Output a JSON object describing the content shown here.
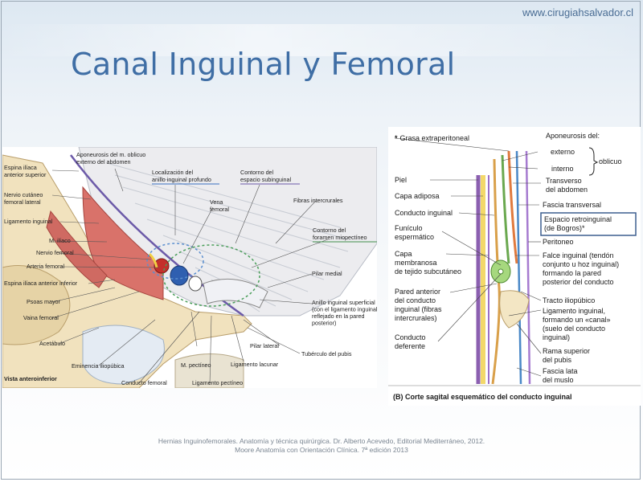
{
  "header": {
    "url": "www.cirugiahsalvador.cl",
    "title": "Canal Inguinal y Femoral"
  },
  "left_figure": {
    "labels": {
      "espina_iliaca_anterior_superior": [
        "Espina ilíaca",
        "anterior superior"
      ],
      "aponeurosis_oblicuo_externo": [
        "Aponeurosis del m. oblicuo",
        "externo del abdomen"
      ],
      "localizacion_anillo": [
        "Localización del",
        "anillo inguinal profundo"
      ],
      "contorno_espacio": [
        "Contorno del",
        "espacio subinguinal"
      ],
      "nervio_cutaneo": [
        "Nervio cutáneo",
        "femoral lateral"
      ],
      "vena_femoral": [
        "Vena",
        "femoral"
      ],
      "fibras_intercrurales": "Fibras intercrurales",
      "ligamento_inguinal": "Ligamento inguinal",
      "contorno_foramen": [
        "Contorno del",
        "foramen miopectíneo"
      ],
      "m_iliaco": "M. ilíaco",
      "nervio_femoral": "Nervio femoral",
      "arteria_femoral": "Arteria femoral",
      "pilar_medial": "Pilar medial",
      "espina_iliaca_anterior_inferior": "Espina ilíaca anterior inferior",
      "psoas_mayor": "Psoas mayor",
      "anillo_superficial": [
        "Anillo inguinal superficial",
        "(con el ligamento inguinal",
        "reflejado en la pared",
        "posterior)"
      ],
      "vaina_femoral": "Vaina femoral",
      "acetabulo": "Acetábulo",
      "pilar_lateral": "Pilar lateral",
      "tuberculo_pubis": "Tubérculo del pubis",
      "eminencia_iliopubica": "Eminencia iliopúbica",
      "m_pectineo": "M. pectíneo",
      "ligamento_lacunar": "Ligamento lacunar",
      "conducto_femoral": "Conducto femoral",
      "ligamento_pectineo": "Ligamento pectíneo",
      "vista": "Vista anteroinferior"
    }
  },
  "right_figure": {
    "labels": {
      "grasa": "Grasa extraperitoneal",
      "grasa_star": "*",
      "aponeurosis_del": "Aponeurosis del:",
      "externo": "externo",
      "interno": "interno",
      "oblicuo": "oblicuo",
      "piel": "Piel",
      "capa_adiposa": "Capa adiposa",
      "conducto_inguinal": "Conducto inguinal",
      "funiculo": [
        "Funículo",
        "espermático"
      ],
      "capa_membranosa": [
        "Capa",
        "membranosa",
        "de tejido subcutáneo"
      ],
      "pared_anterior": [
        "Pared anterior",
        "del conducto",
        "inguinal (fibras",
        "intercrurales)"
      ],
      "conducto_deferente": [
        "Conducto",
        "deferente"
      ],
      "transverso": [
        "Transverso",
        "del abdomen"
      ],
      "fascia_transversal": "Fascia transversal",
      "espacio_retroinguinal": [
        "Espacio retroinguinal",
        "(de Bogros)*"
      ],
      "peritoneo": "Peritoneo",
      "falce": [
        "Falce inguinal (tendón",
        "conjunto u hoz inguinal)",
        "formando la pared",
        "posterior del conducto"
      ],
      "tracto": "Tracto iliopúbico",
      "ligamento_inguinal_canal": [
        "Ligamento inguinal,",
        "formando un «canal»",
        "(suelo del conducto",
        "inguinal)"
      ],
      "rama_superior": [
        "Rama superior",
        "del pubis"
      ],
      "fascia_lata": [
        "Fascia lata",
        "del muslo"
      ],
      "caption": "(B) Corte sagital esquemático del conducto inguinal"
    }
  },
  "footer": {
    "line1": "Hernias Inguinofemorales. Anatomía y técnica quirúrgica.  Dr. Alberto Acevedo,  Editorial Mediterráneo, 2012.",
    "line2": "Moore Anatomía con Orientación Clínica. 7ª edición 2013"
  },
  "colors": {
    "title": "#3f6ea5",
    "muscle": "#d9726a",
    "aponeurosis": "#eaeaec",
    "bone": "#f3e6c4",
    "highlight_box": "#3d5f8f",
    "spermatic_cord": "#7fbf5f",
    "peritoneum": "#8c6bb8",
    "fascia_blue": "#4a88c7",
    "fat": "#f4d86a"
  }
}
